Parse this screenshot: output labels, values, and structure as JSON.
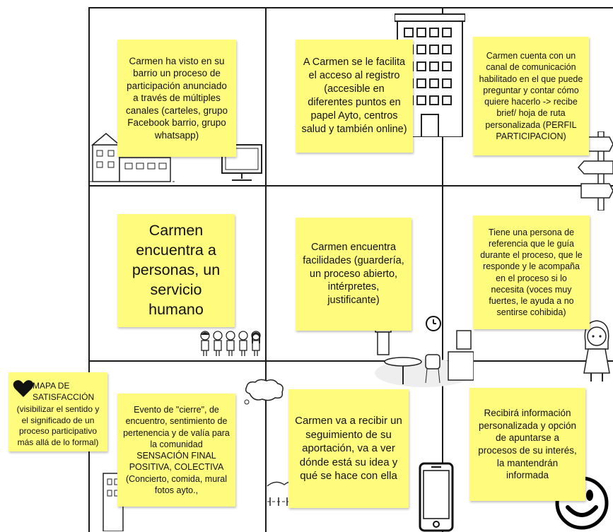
{
  "notes": {
    "n1": "Carmen ha visto en su barrio un proceso de participación anunciado a través de múltiples canales (carteles, grupo Facebook barrio, grupo whatsapp)",
    "n2": "A Carmen se le facilita el acceso al registro (accesible en diferentes puntos en papel Ayto, centros salud y también online)",
    "n3": "Carmen cuenta con un canal de comunicación habilitado en el que puede preguntar y contar cómo quiere hacerlo -> recibe brief/ hoja de ruta personalizada (PERFIL PARTICIPACION)",
    "n4": "Carmen encuentra a personas, un servicio humano",
    "n5": "Carmen encuentra facilidades (guardería, un proceso abierto, intérpretes, justificante)",
    "n6": "Tiene una persona de referencia que le guía durante el proceso, que le responde y le acompaña en el proceso si lo necesita (voces muy fuertes, le ayuda a no sentirse cohibida)",
    "n7": "Evento de \"cierre\", de encuentro, sentimiento de pertenencia y de valía para la comunidad SENSACIÓN FINAL POSITIVA, COLECTIVA (Concierto, comida, mural fotos ayto.,",
    "n8": "Carmen va a recibir un seguimiento de su aportación, va a ver dónde está su idea y qué se hace con ella",
    "n9": "Recibirá información personalizada y opción de apuntarse a procesos de su interés, la mantendrán informada"
  },
  "legend": {
    "title": "MAPA DE SATISFACCIÓN",
    "body": "(visibilizar el sentido y el significado de un proceso participativo más allá de lo formal)",
    "icon": "heart-icon"
  },
  "icons": [
    "house-icon",
    "monitor-icon",
    "building-icon",
    "signpost-icon",
    "people-group-icon",
    "clock-icon",
    "cafe-scene-icon",
    "girl-icon",
    "thought-bubble-icon",
    "smartphone-icon",
    "smiley-icon",
    "landscape-icon"
  ],
  "colors": {
    "note": "#fffb7d",
    "lines": "#1a1a1a"
  }
}
